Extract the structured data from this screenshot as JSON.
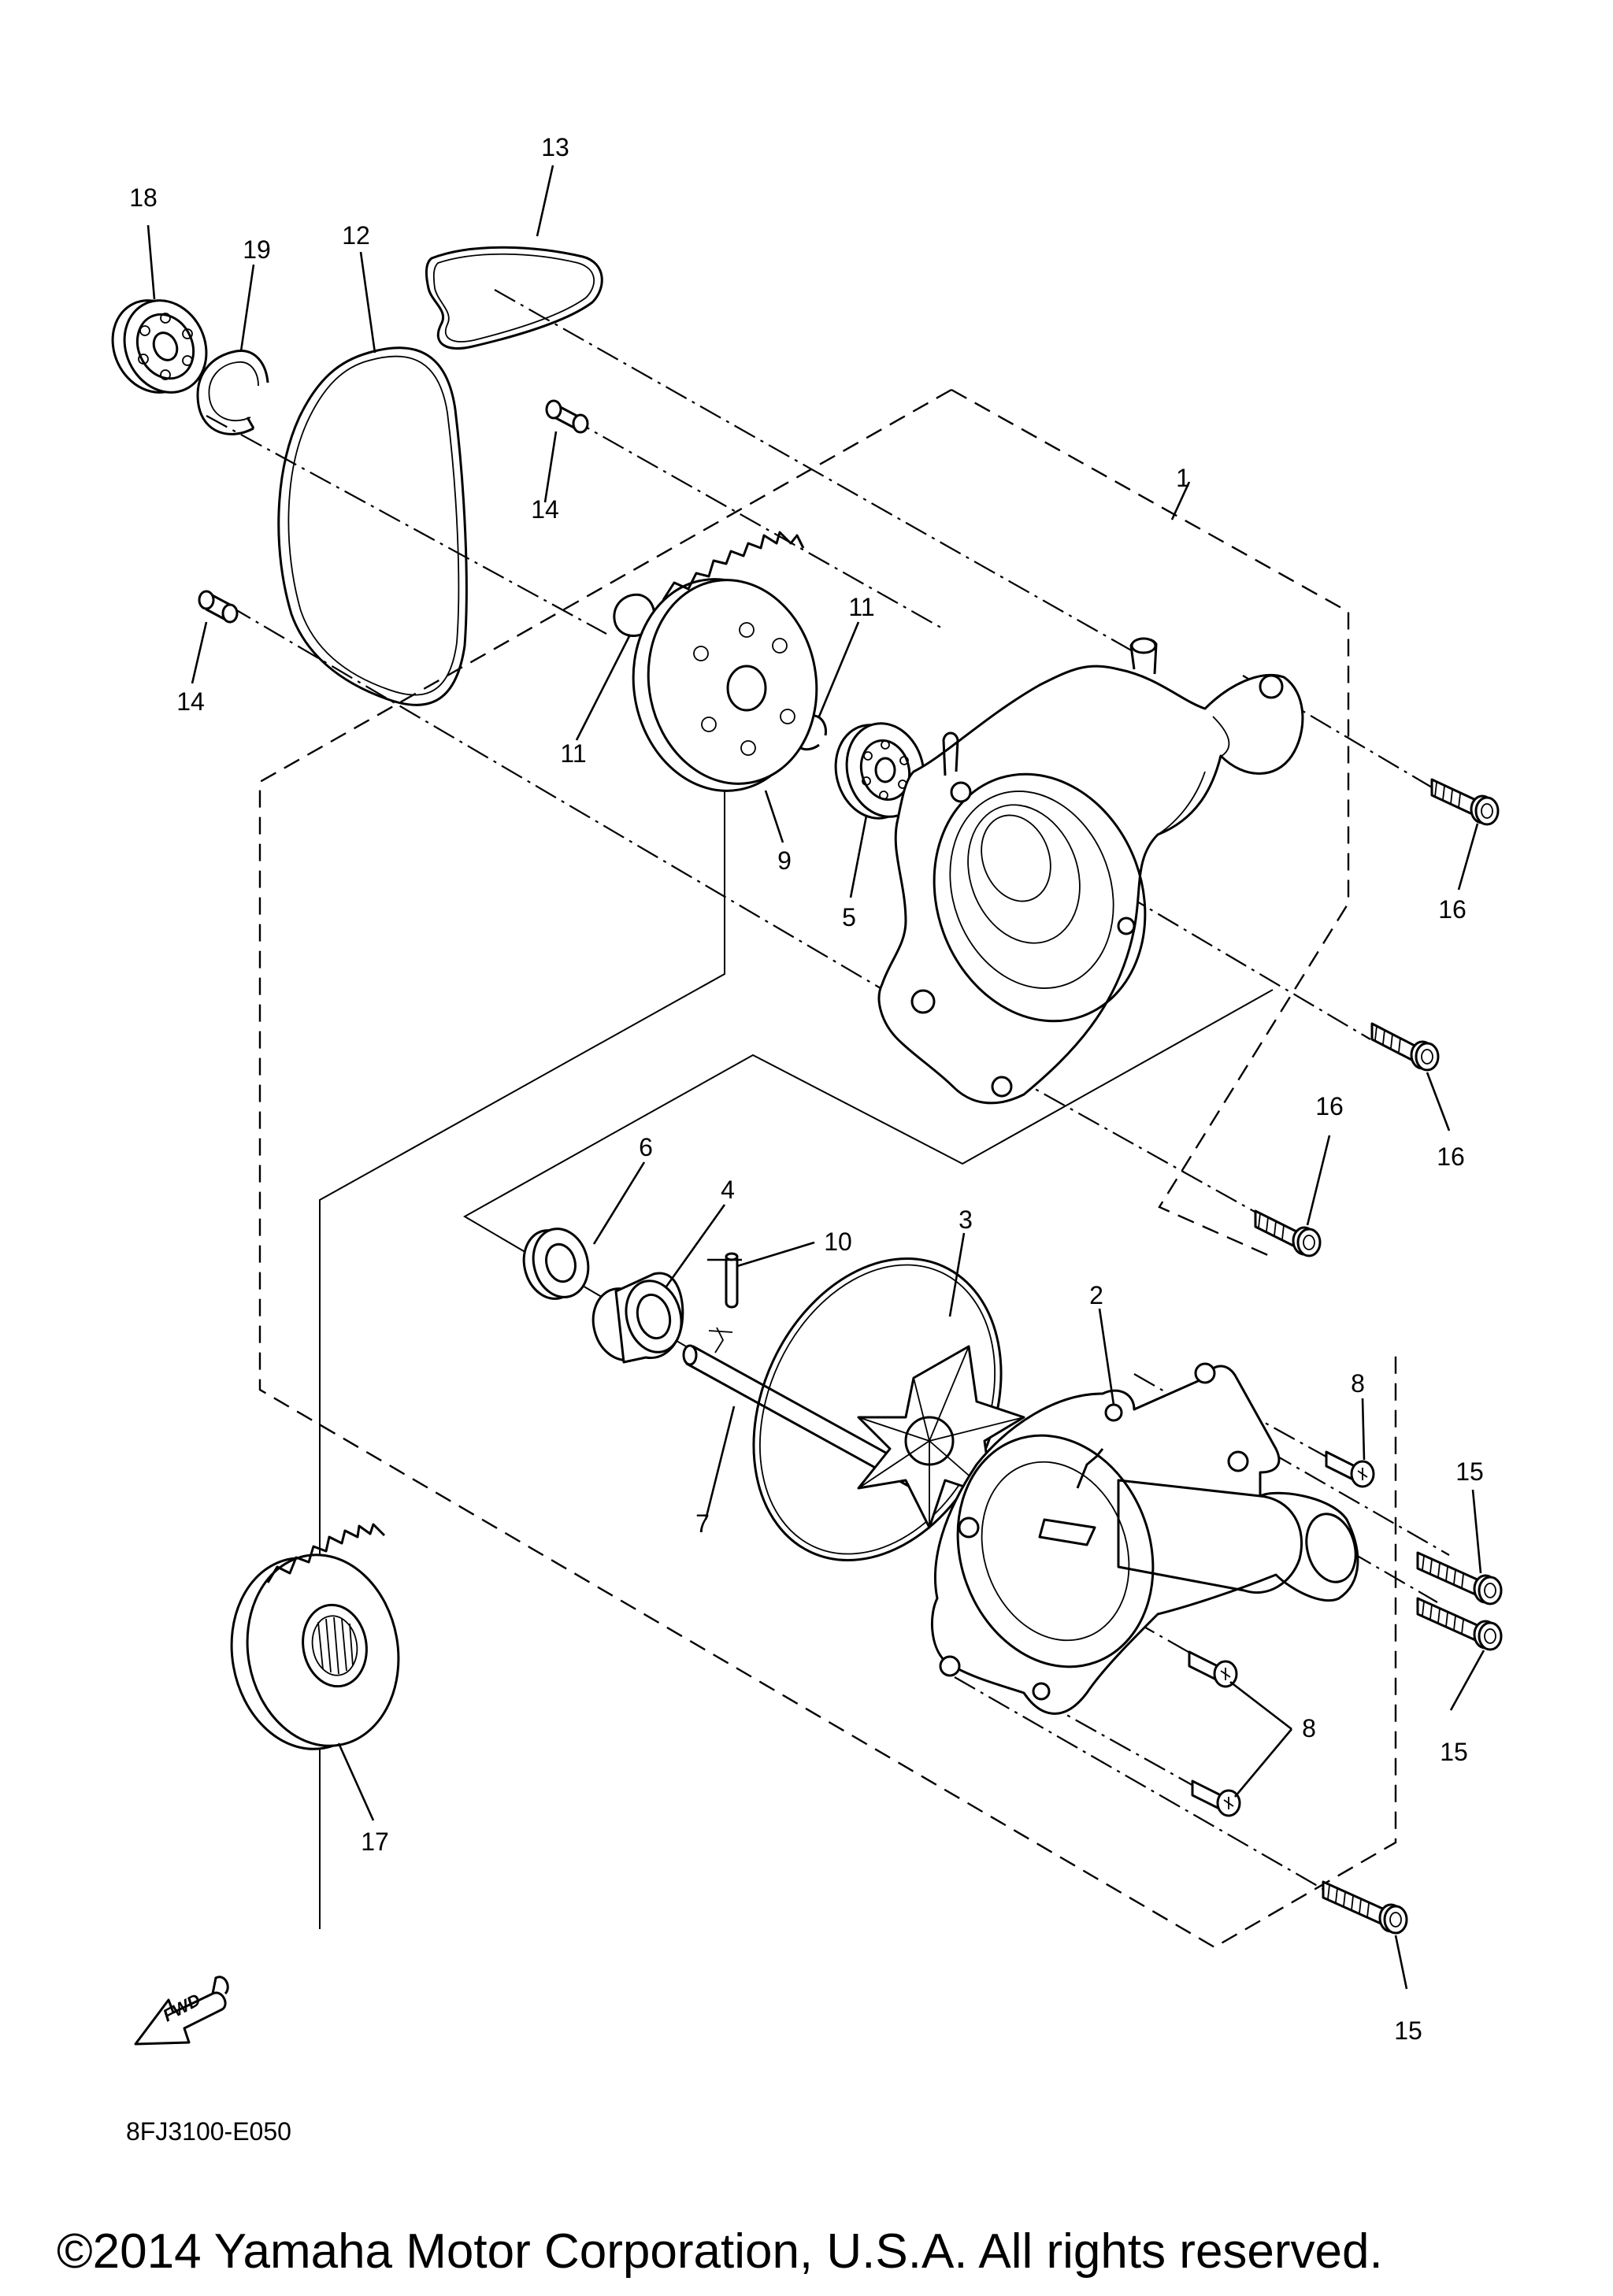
{
  "callouts": {
    "p1": "1",
    "p2": "2",
    "p3": "3",
    "p4": "4",
    "p5": "5",
    "p6": "6",
    "p7": "7",
    "p8a": "8",
    "p8b": "8",
    "p9": "9",
    "p10": "10",
    "p11a": "11",
    "p11b": "11",
    "p12": "12",
    "p13": "13",
    "p14a": "14",
    "p14b": "14",
    "p15a": "15",
    "p15b": "15",
    "p15c": "15",
    "p16a": "16",
    "p16b": "16",
    "p16c": "16",
    "p17": "17",
    "p18": "18",
    "p19": "19"
  },
  "fwd_label": "FWD",
  "diagram_code": "8FJ3100-E050",
  "copyright": "©2014 Yamaha Motor Corporation, U.S.A. All rights reserved."
}
